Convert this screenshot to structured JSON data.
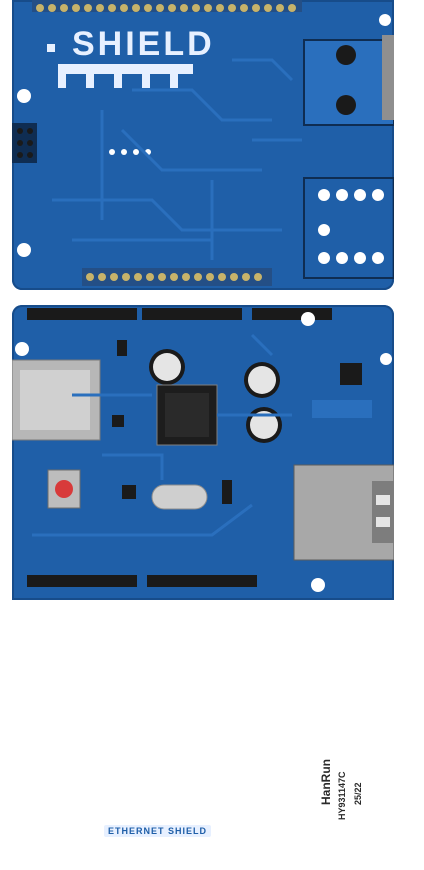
{
  "photo": {
    "top_silkscreen": "SHIELD",
    "bottom_label": "ETHERNET SHIELD",
    "connector_brand": "HanRun",
    "connector_model": "HY931147C",
    "connector_code": "25/22"
  }
}
